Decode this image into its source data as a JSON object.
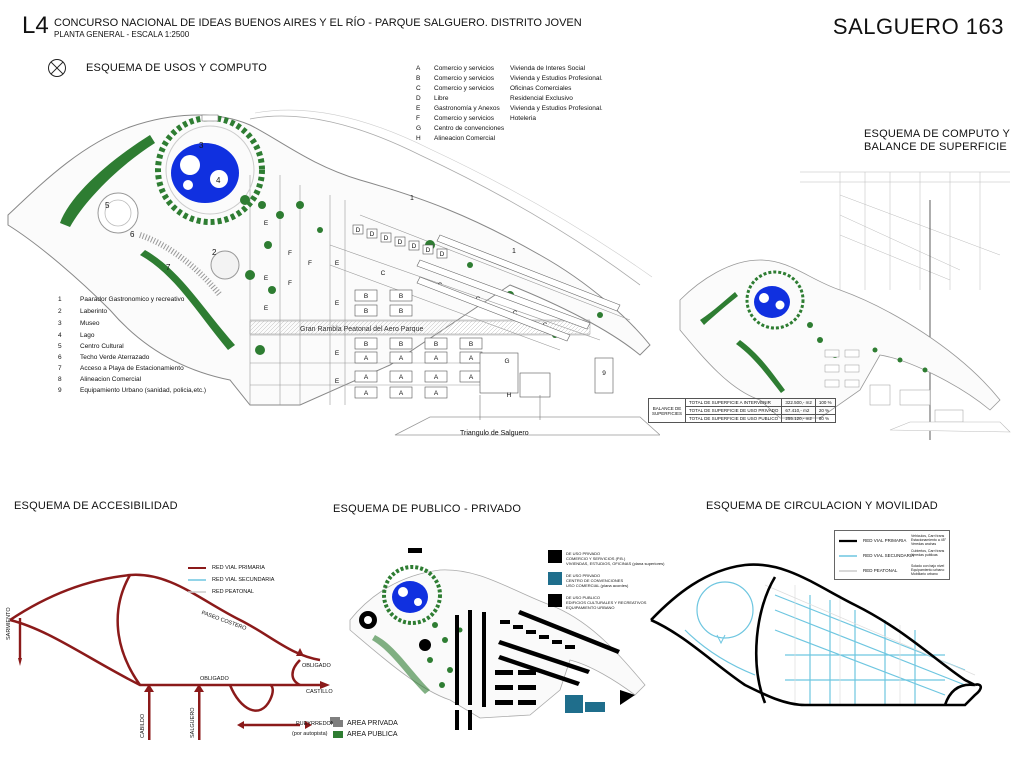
{
  "header": {
    "lot_code": "L4",
    "title": "CONCURSO NACIONAL DE IDEAS BUENOS AIRES Y EL RÍO - PARQUE SALGUERO. DISTRITO JOVEN",
    "subtitle": "PLANTA GENERAL - ESCALA 1:2500",
    "project_code": "SALGUERO 163"
  },
  "usos": {
    "title": "ESQUEMA DE USOS Y COMPUTO",
    "lots_legend": [
      {
        "key": "A",
        "use1": "Comercio y servicios",
        "use2": "Vivienda de Interes Social"
      },
      {
        "key": "B",
        "use1": "Comercio y servicios",
        "use2": "Vivienda y Estudios Profesional."
      },
      {
        "key": "C",
        "use1": "Comercio y servicios",
        "use2": "Oficinas Comerciales"
      },
      {
        "key": "D",
        "use1": "Libre",
        "use2": "Residencial Exclusivo"
      },
      {
        "key": "E",
        "use1": "Gastronomía y Anexos",
        "use2": "Vivienda y Estudios Profesional."
      },
      {
        "key": "F",
        "use1": "Comercio y servicios",
        "use2": "Hoteleria"
      },
      {
        "key": "G",
        "use1": "Centro de convenciones",
        "use2": ""
      },
      {
        "key": "H",
        "use1": "Alineacion Comercial",
        "use2": ""
      }
    ],
    "numbered_legend": [
      {
        "num": "1",
        "label": "Paarador Gastronomico y recreativo"
      },
      {
        "num": "2",
        "label": "Laberinto"
      },
      {
        "num": "3",
        "label": "Museo"
      },
      {
        "num": "4",
        "label": "Lago"
      },
      {
        "num": "5",
        "label": "Centro Cultural"
      },
      {
        "num": "6",
        "label": "Techo Verde Aterrazado"
      },
      {
        "num": "7",
        "label": "Acceso a Playa de Estacionamiento"
      },
      {
        "num": "8",
        "label": "Alineacion Comercial"
      },
      {
        "num": "9",
        "label": "Equipamiento Urbano (sanidad, policia,etc.)"
      }
    ],
    "plan_labels": {
      "rambla": "Gran Rambla Peatonal del Aero Parque",
      "triangle": "Triangulo de Salguero"
    }
  },
  "computo": {
    "title_line1": "ESQUEMA DE COMPUTO Y",
    "title_line2": "BALANCE DE SUPERFICIE",
    "balance_label": "BALANCE DE SUPERFICIES",
    "balance_rows": [
      {
        "label": "TOTAL DE SUPERFICIE A INTERVENIR",
        "value": "322.500,- m2",
        "pct": "100 %"
      },
      {
        "label": "TOTAL DE SUPERFICIE DE USO PRIVADO",
        "value": "67.410,- m2",
        "pct": "20 %"
      },
      {
        "label": "TOTAL DE SUPERFICIE DE USO PUBLICO",
        "value": "255.120,- m2",
        "pct": "80 %"
      }
    ]
  },
  "accesibilidad": {
    "title": "ESQUEMA DE ACCESIBILIDAD",
    "legend": [
      {
        "label": "RED VIAL PRIMARIA",
        "color": "#8b1a1a"
      },
      {
        "label": "RED VIAL SECUNDARIA",
        "color": "#6ec6e0"
      },
      {
        "label": "RED PEATONAL",
        "color": "#cccccc"
      }
    ],
    "street_labels": {
      "sarmiento": "SARMIENTO",
      "paseo": "PASEO COSTERO",
      "obligado_center": "OBLIGADO",
      "obligado_right": "OBLIGADO",
      "castillo": "CASTILLO",
      "cabildo": "CABILDO",
      "salguero": "SALGUERO",
      "pueyrredon": "PUEYRREDON",
      "autopista": "(por autopista)"
    }
  },
  "publico": {
    "title": "ESQUEMA DE PUBLICO - PRIVADO",
    "legend": [
      {
        "lines": [
          "DE USO PRIVADO",
          "COMERCIO Y SERVICIOS (P.B.)",
          "VIVIENDAS, ESTUDIOS, OFICINAS (plana superiores)"
        ],
        "color": "#000000"
      },
      {
        "lines": [
          "DE USO PRIVADO",
          "CENTRO DE CONVENCIONES",
          "USO COMERCIAL (plana acordes)"
        ],
        "color": "#1f6e8c"
      },
      {
        "lines": [
          "DE USO PUBLICO",
          "EDIFICIOS CULTURALES Y RECREATIVOS",
          "EQUIPAMIENTO URBANO"
        ],
        "color": "#000000"
      }
    ],
    "area_legend": [
      {
        "label": "AREA PRIVADA",
        "color": "#7f7f7f"
      },
      {
        "label": "AREA PUBLICA",
        "color": "#2e7d32"
      }
    ]
  },
  "circulacion": {
    "title": "ESQUEMA DE CIRCULACION Y MOVILIDAD",
    "legend": [
      {
        "label": "RED VIAL PRIMARIA",
        "desc": "Vehiculos, Carri trans Estacionamiento a 45° Veredas anchas"
      },
      {
        "label": "RED VIAL SECUNDARIA",
        "desc": "Cubiertos, Carri trans Veredas publicas"
      },
      {
        "label": "RED PEATONAL",
        "desc": "Solado con bajo nivel Equipamiento urbano Mobiliario urbano"
      }
    ]
  },
  "colors": {
    "tree_green": "#2e7d32",
    "lake_blue": "#1030e0",
    "road_red": "#8b1a1a",
    "cyan": "#6ec6e0"
  }
}
